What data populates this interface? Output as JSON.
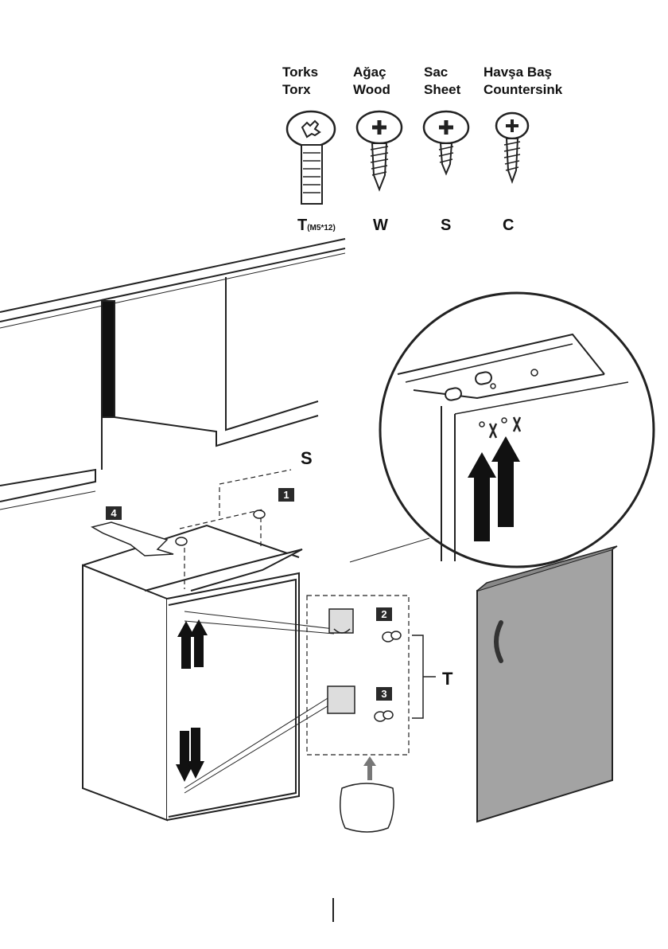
{
  "screws": [
    {
      "tr": "Torks",
      "en": "Torx",
      "code": "T",
      "spec": "(M5*12)"
    },
    {
      "tr": "Ağaç",
      "en": "Wood",
      "code": "W",
      "spec": ""
    },
    {
      "tr": "Sac",
      "en": "Sheet",
      "code": "S",
      "spec": ""
    },
    {
      "tr": "Havşa Baş",
      "en": "Countersink",
      "code": "C",
      "spec": ""
    }
  ],
  "labels": {
    "s": "S",
    "t": "T"
  },
  "steps": [
    "1",
    "2",
    "3",
    "4"
  ],
  "icons": [
    "torx-screw-icon",
    "wood-screw-icon",
    "sheet-screw-icon",
    "countersink-screw-icon",
    "x-mark-icon",
    "arrow-up-icon",
    "arrow-down-icon",
    "bag-icon"
  ]
}
